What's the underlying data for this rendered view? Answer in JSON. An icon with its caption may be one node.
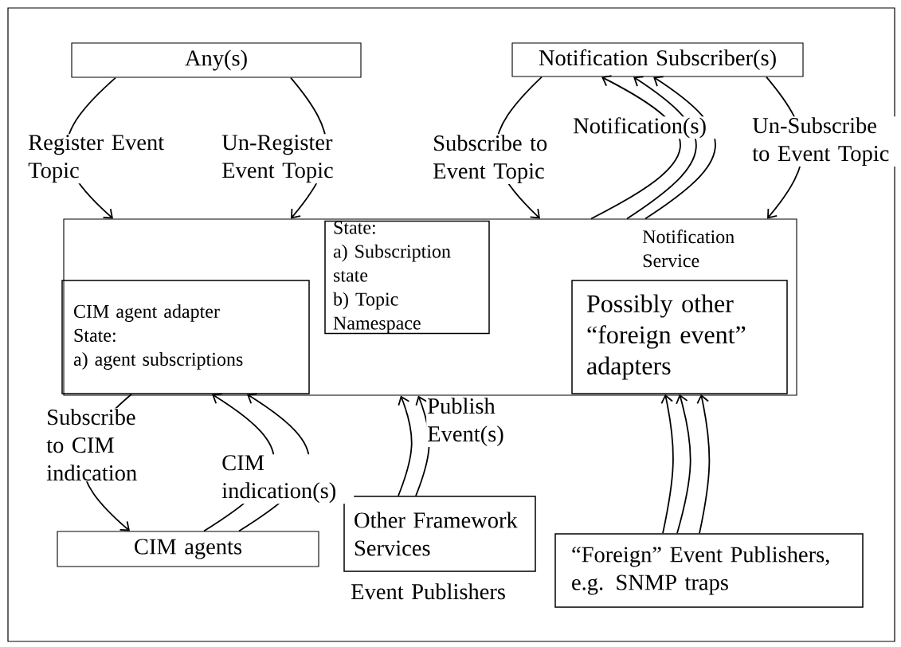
{
  "diagram": {
    "nodes": [
      {
        "text": [
          "Any(s)"
        ]
      },
      {
        "text": [
          "Notification Subscriber(s)"
        ]
      },
      {
        "text": [
          "Notification Service"
        ]
      },
      {
        "text": [
          "State:",
          "a) Subscription state",
          "b) Topic Namespace"
        ],
        "in": 2
      },
      {
        "text": [
          "CIM agent adapter",
          "State:",
          "a) agent subscriptions"
        ],
        "in": 2
      },
      {
        "text": [
          "Possibly other “foreign event” adapters"
        ],
        "in": 2
      },
      {
        "text": [
          "CIM agents"
        ]
      },
      {
        "text": [
          "Other Framework Services"
        ],
        "beside": [
          "Event Publishers"
        ]
      },
      {
        "text": [
          "“Foreign” Event Publishers, e.g. SNMP traps"
        ]
      }
    ],
    "edges": [
      {
        "from": 0,
        "to": 2,
        "arrow": "to",
        "label": "Register Event Topic"
      },
      {
        "from": 0,
        "to": 2,
        "arrow": "to",
        "label": "Un-Register Event Topic"
      },
      {
        "from": 1,
        "to": 2,
        "arrow": "to",
        "label": "Subscribe to Event Topic"
      },
      {
        "from": 2,
        "to": 1,
        "arrow": "to",
        "label": "Notification(s)"
      },
      {
        "from": 2,
        "to": 1,
        "arrow": "to"
      },
      {
        "from": 2,
        "to": 1,
        "arrow": "to"
      },
      {
        "from": 1,
        "to": 2,
        "arrow": "to",
        "label": "Un-Subscribe to Event Topic"
      },
      {
        "from": 4,
        "to": 6,
        "arrow": "to",
        "label": "Subscribe to CIM indication"
      },
      {
        "from": 6,
        "to": 4,
        "arrow": "to",
        "label": "CIM indication(s)"
      },
      {
        "from": 6,
        "to": 4,
        "arrow": "to"
      },
      {
        "from": 7,
        "to": 2,
        "arrow": "to"
      },
      {
        "from": 7,
        "to": 2,
        "arrow": "to",
        "label": "Publish Event(s)"
      },
      {
        "from": 8,
        "to": 5,
        "arrow": "to"
      },
      {
        "from": 8,
        "to": 5,
        "arrow": "to"
      },
      {
        "from": 8,
        "to": 5,
        "arrow": "to"
      }
    ]
  }
}
